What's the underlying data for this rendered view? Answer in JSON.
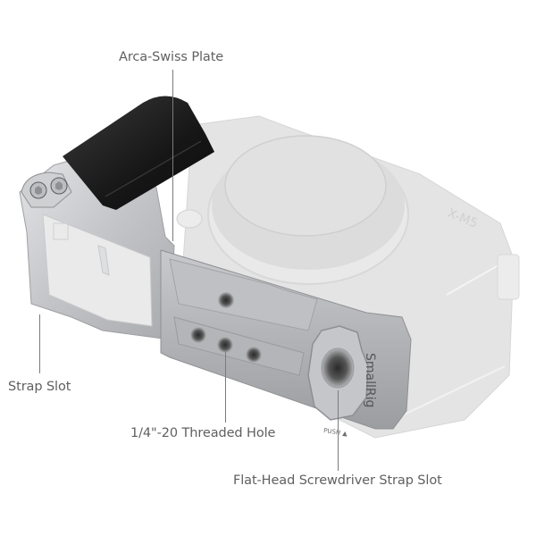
{
  "product": {
    "brand_engraving": "SmallRig",
    "camera_model_engraving": "X-M5",
    "button_engraving": "PUSH ▲",
    "colors": {
      "background": "#ffffff",
      "label_text": "#5f6062",
      "leader_line": "#7a7b7d",
      "cage_silver": "#c9cacc",
      "grip_black": "#1e1e1f",
      "camera_ghost": "#e3e3e3"
    }
  },
  "callouts": [
    {
      "id": "arca-swiss-plate",
      "label": "Arca-Swiss Plate"
    },
    {
      "id": "strap-slot",
      "label": "Strap Slot"
    },
    {
      "id": "threaded-hole",
      "label": "1/4\"-20 Threaded Hole"
    },
    {
      "id": "flat-head-strap-slot",
      "label": "Flat-Head Screwdriver Strap Slot"
    }
  ]
}
